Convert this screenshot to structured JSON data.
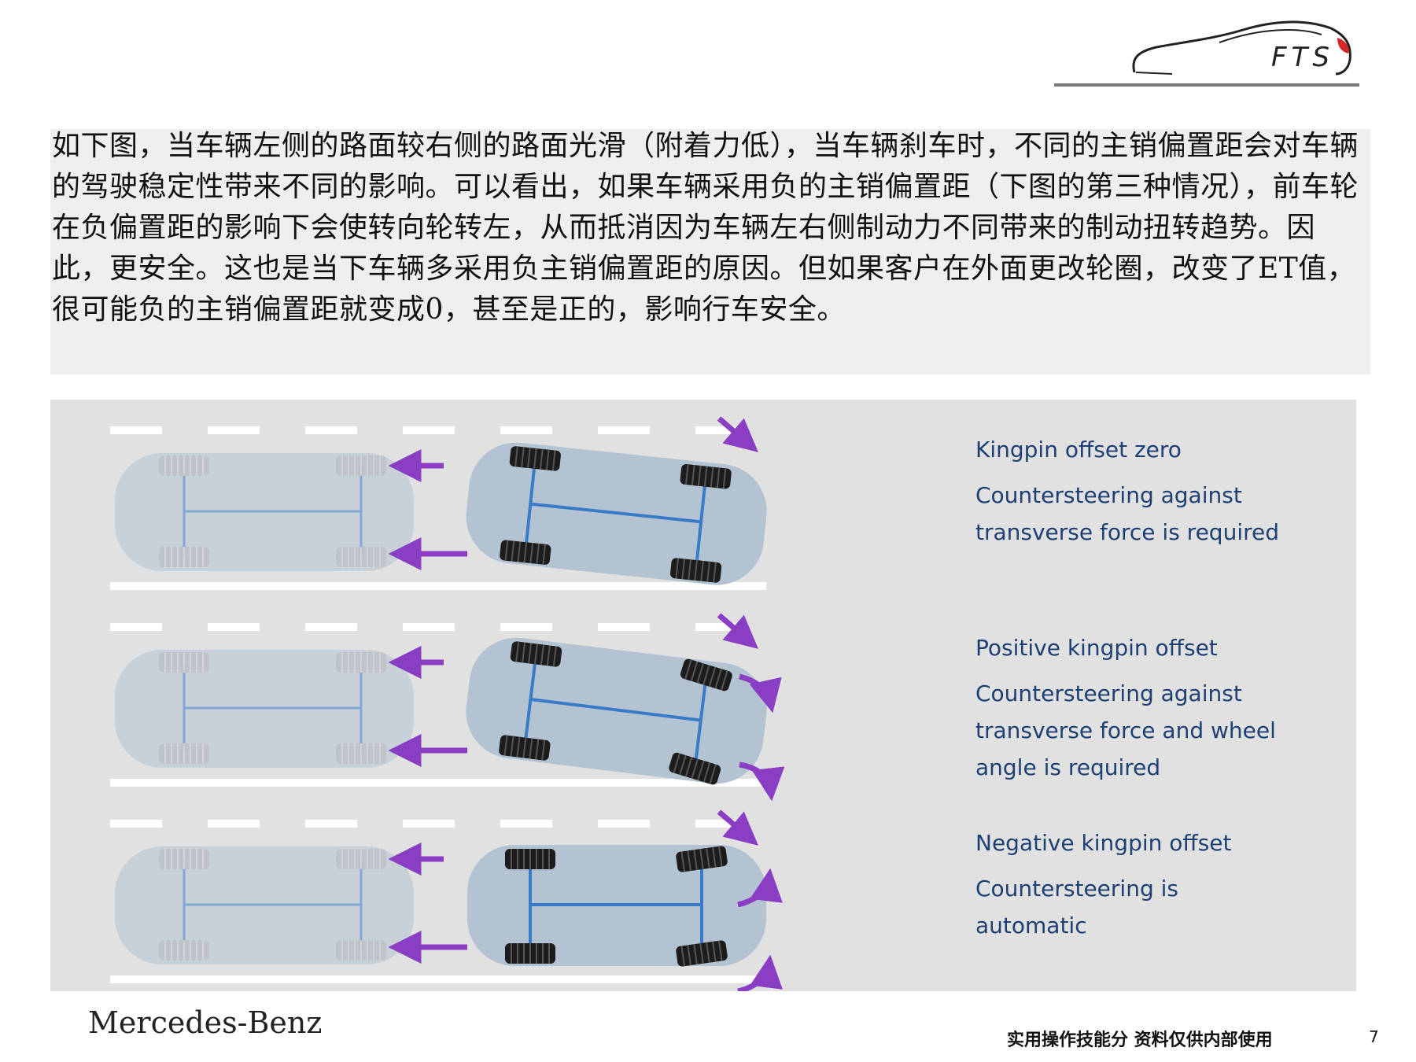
{
  "logo": {
    "text": "FTS"
  },
  "body_text": "如下图，当车辆左侧的路面较右侧的路面光滑（附着力低），当车辆刹车时，不同的主销偏置距会对车辆的驾驶稳定性带来不同的影响。可以看出，如果车辆采用负的主销偏置距（下图的第三种情况），前车轮在负偏置距的影响下会使转向轮转左，从而抵消因为车辆左右侧制动力不同带来的制动扭转趋势。因此，更安全。这也是当下车辆多采用负主销偏置距的原因。但如果客户在外面更改轮圈，改变了ET值，很可能负的主销偏置距就变成0，甚至是正的，影响行车安全。",
  "figure": {
    "scenarios": [
      {
        "title": "Kingpin offset zero",
        "lines": [
          "Countersteering against",
          "transverse force is required"
        ]
      },
      {
        "title": "Positive kingpin offset",
        "lines": [
          "Countersteering against",
          "transverse force and wheel",
          "angle is required"
        ]
      },
      {
        "title": "Negative kingpin offset",
        "lines": [
          "Countersteering is",
          "automatic"
        ]
      }
    ],
    "colors": {
      "caption": "#1d3f74",
      "arrow": "#8a3ec4",
      "car": "#b4c3d2",
      "axle": "#3a7bc8"
    }
  },
  "footer": {
    "brand": "Mercedes-Benz",
    "note": "实用操作技能分 资料仅供内部使用",
    "page": "7"
  }
}
